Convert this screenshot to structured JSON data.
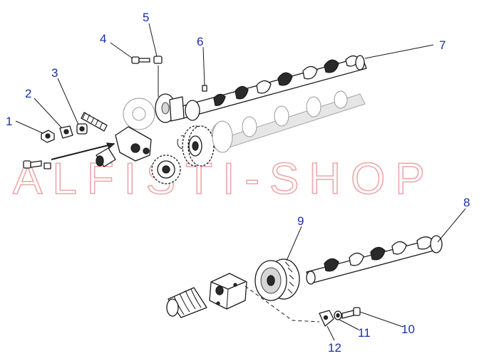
{
  "watermark": "ALFISTI-SHOP",
  "callouts": [
    {
      "id": "1",
      "label": "1"
    },
    {
      "id": "2",
      "label": "2"
    },
    {
      "id": "3",
      "label": "3"
    },
    {
      "id": "4",
      "label": "4"
    },
    {
      "id": "5",
      "label": "5"
    },
    {
      "id": "6",
      "label": "6"
    },
    {
      "id": "7",
      "label": "7"
    },
    {
      "id": "8",
      "label": "8"
    },
    {
      "id": "9",
      "label": "9"
    },
    {
      "id": "10",
      "label": "10"
    },
    {
      "id": "11",
      "label": "11"
    },
    {
      "id": "12",
      "label": "12"
    }
  ],
  "colors": {
    "callout": "#1a2ea8",
    "watermark": "#e99a9a",
    "ink": "#1a1a1a"
  }
}
